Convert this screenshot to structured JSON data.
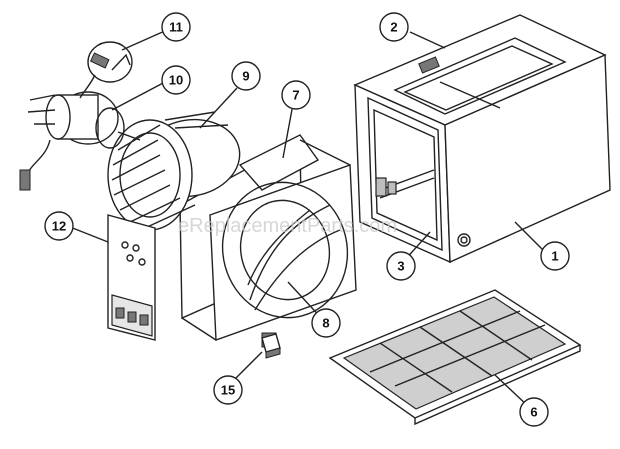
{
  "watermark": "eReplacementParts.com",
  "callouts": [
    {
      "id": "1",
      "label": "1"
    },
    {
      "id": "2",
      "label": "2"
    },
    {
      "id": "3",
      "label": "3"
    },
    {
      "id": "6",
      "label": "6"
    },
    {
      "id": "7",
      "label": "7"
    },
    {
      "id": "8",
      "label": "8"
    },
    {
      "id": "9",
      "label": "9"
    },
    {
      "id": "10",
      "label": "10"
    },
    {
      "id": "11",
      "label": "11"
    },
    {
      "id": "12",
      "label": "12"
    },
    {
      "id": "15",
      "label": "15"
    }
  ]
}
